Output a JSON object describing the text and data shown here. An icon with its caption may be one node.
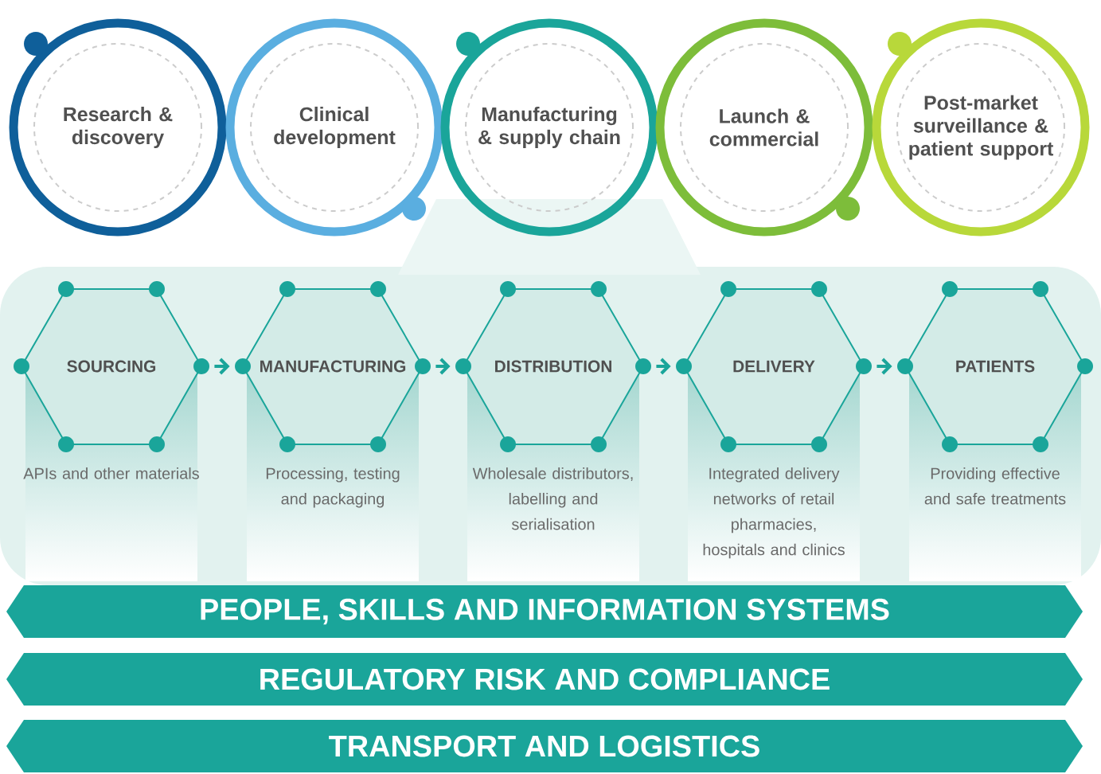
{
  "diagram": {
    "nodes": [
      {
        "text": [
          "Research & discovery"
        ]
      },
      {
        "text": [
          "Clinical development"
        ]
      },
      {
        "text": [
          "Manufacturing & supply chain"
        ]
      },
      {
        "text": [
          "Launch & commercial"
        ]
      },
      {
        "text": [
          "Post-market surveillance & patient support"
        ]
      },
      {
        "text": [
          "SOURCING"
        ],
        "beside": [
          "APIs and other materials"
        ]
      },
      {
        "text": [
          "MANUFACTURING"
        ],
        "beside": [
          "Processing, testing and packaging"
        ]
      },
      {
        "text": [
          "DISTRIBUTION"
        ],
        "beside": [
          "Wholesale distributors, labelling and serialisation"
        ]
      },
      {
        "text": [
          "DELIVERY"
        ],
        "beside": [
          "Integrated delivery networks of retail pharmacies, hospitals and clinics"
        ]
      },
      {
        "text": [
          "PATIENTS"
        ],
        "beside": [
          "Providing effective and safe treatments"
        ]
      },
      {
        "text": [
          "PEOPLE, SKILLS AND INFORMATION SYSTEMS"
        ]
      },
      {
        "text": [
          "REGULATORY RISK AND COMPLIANCE"
        ]
      },
      {
        "text": [
          "TRANSPORT AND LOGISTICS"
        ]
      }
    ],
    "edges": [
      {
        "from": 5,
        "to": 6,
        "arrow": "to"
      },
      {
        "from": 6,
        "to": 7,
        "arrow": "to"
      },
      {
        "from": 7,
        "to": 8,
        "arrow": "to"
      },
      {
        "from": 8,
        "to": 9,
        "arrow": "to"
      }
    ]
  }
}
